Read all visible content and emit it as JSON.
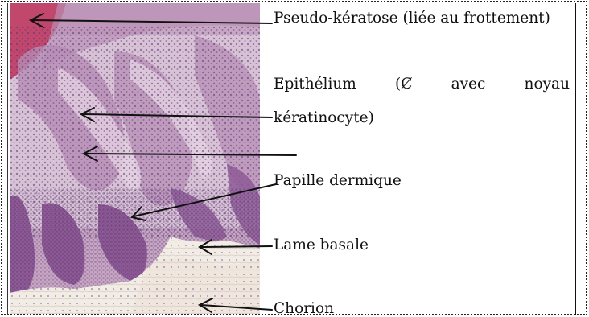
{
  "labels": {
    "pseudo_keratose": "Pseudo-kératose (liée au frottement)",
    "epithelium_words": [
      "Epithélium",
      "(Ȼ",
      "avec",
      "noyau"
    ],
    "epithelium_line2": "kératinocyte)",
    "papille": "Papille dermique",
    "lame": "Lame basale",
    "chorion": "Chorion"
  },
  "colors": {
    "stain_background": "#e9dde6",
    "epithelium_purple": "#a37aa3",
    "nuclei": "#5a3470",
    "keratin_red": "#c2476d",
    "chorion_pale": "#f1ece4"
  }
}
